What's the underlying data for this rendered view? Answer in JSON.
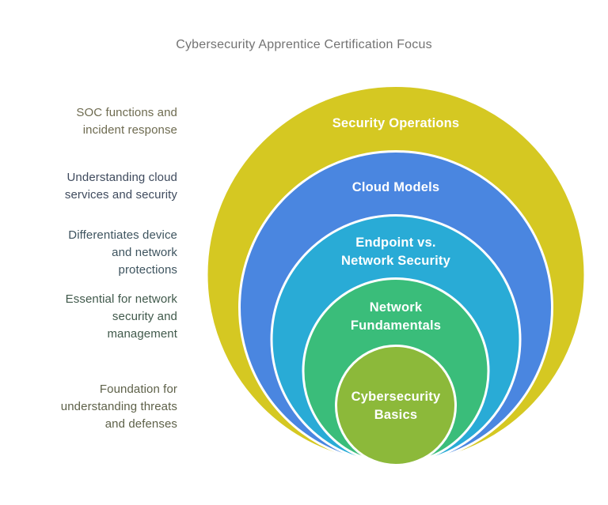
{
  "title": "Cybersecurity Apprentice Certification Focus",
  "title_color": "#737373",
  "ring_label_text_color": "#ffffff",
  "ring_border_color": "#ffffff",
  "rings": [
    {
      "name": "Security Operations",
      "lines": [
        "Security Operations"
      ],
      "color": "#d5c822",
      "annotation": "SOC functions and\nincident response",
      "annotation_color": "#6e6b50"
    },
    {
      "name": "Cloud Models",
      "lines": [
        "Cloud Models"
      ],
      "color": "#4a86e0",
      "annotation": "Understanding cloud\nservices and security",
      "annotation_color": "#3f4b5e"
    },
    {
      "name": "Endpoint vs. Network Security",
      "lines": [
        "Endpoint vs.",
        "Network Security"
      ],
      "color": "#29abd6",
      "annotation": "Differentiates device\nand network\nprotections",
      "annotation_color": "#3e545f"
    },
    {
      "name": "Network Fundamentals",
      "lines": [
        "Network",
        "Fundamentals"
      ],
      "color": "#3abd7a",
      "annotation": "Essential for network\nsecurity and\nmanagement",
      "annotation_color": "#40594b"
    },
    {
      "name": "Cybersecurity Basics",
      "lines": [
        "Cybersecurity",
        "Basics"
      ],
      "color": "#8cb93a",
      "annotation": "Foundation for\nunderstanding threats\nand defenses",
      "annotation_color": "#5e6149"
    }
  ]
}
